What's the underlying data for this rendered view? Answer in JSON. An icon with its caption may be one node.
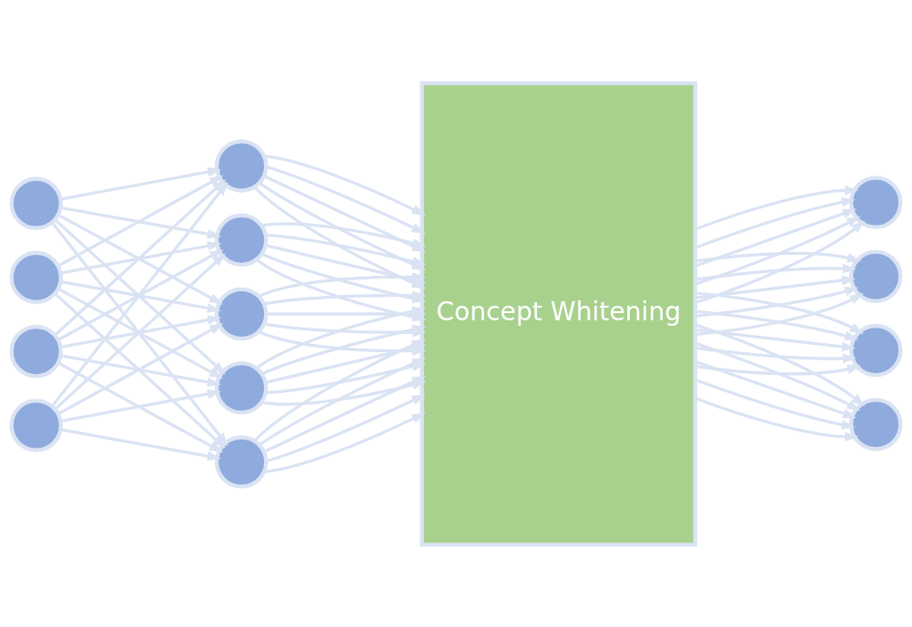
{
  "diagram": {
    "nodes": [
      {
        "text": [],
        "shape": "circle"
      },
      {
        "text": [],
        "shape": "circle"
      },
      {
        "text": [],
        "shape": "circle"
      },
      {
        "text": [],
        "shape": "circle"
      },
      {
        "text": [],
        "shape": "circle"
      },
      {
        "text": [],
        "shape": "circle"
      },
      {
        "text": [],
        "shape": "circle"
      },
      {
        "text": [],
        "shape": "circle"
      },
      {
        "text": [],
        "shape": "circle"
      },
      {
        "text": [
          "Concept Whitening"
        ]
      },
      {
        "text": [],
        "shape": "circle"
      },
      {
        "text": [],
        "shape": "circle"
      },
      {
        "text": [],
        "shape": "circle"
      },
      {
        "text": [],
        "shape": "circle"
      }
    ],
    "edges": [
      {
        "from": 0,
        "to": 4,
        "arrow": "to"
      },
      {
        "from": 0,
        "to": 5,
        "arrow": "to"
      },
      {
        "from": 0,
        "to": 6,
        "arrow": "to"
      },
      {
        "from": 0,
        "to": 7,
        "arrow": "to"
      },
      {
        "from": 0,
        "to": 8,
        "arrow": "to"
      },
      {
        "from": 1,
        "to": 4,
        "arrow": "to"
      },
      {
        "from": 1,
        "to": 5,
        "arrow": "to"
      },
      {
        "from": 1,
        "to": 6,
        "arrow": "to"
      },
      {
        "from": 1,
        "to": 7,
        "arrow": "to"
      },
      {
        "from": 1,
        "to": 8,
        "arrow": "to"
      },
      {
        "from": 2,
        "to": 4,
        "arrow": "to"
      },
      {
        "from": 2,
        "to": 5,
        "arrow": "to"
      },
      {
        "from": 2,
        "to": 6,
        "arrow": "to"
      },
      {
        "from": 2,
        "to": 7,
        "arrow": "to"
      },
      {
        "from": 2,
        "to": 8,
        "arrow": "to"
      },
      {
        "from": 3,
        "to": 4,
        "arrow": "to"
      },
      {
        "from": 3,
        "to": 5,
        "arrow": "to"
      },
      {
        "from": 3,
        "to": 6,
        "arrow": "to"
      },
      {
        "from": 3,
        "to": 7,
        "arrow": "to"
      },
      {
        "from": 3,
        "to": 8,
        "arrow": "to"
      },
      {
        "from": 4,
        "to": 9,
        "arrow": "to"
      },
      {
        "from": 4,
        "to": 9,
        "arrow": "to"
      },
      {
        "from": 4,
        "to": 9,
        "arrow": "to"
      },
      {
        "from": 4,
        "to": 9,
        "arrow": "to"
      },
      {
        "from": 4,
        "to": 9,
        "arrow": "to"
      },
      {
        "from": 5,
        "to": 9,
        "arrow": "to"
      },
      {
        "from": 5,
        "to": 9,
        "arrow": "to"
      },
      {
        "from": 5,
        "to": 9,
        "arrow": "to"
      },
      {
        "from": 5,
        "to": 9,
        "arrow": "to"
      },
      {
        "from": 5,
        "to": 9,
        "arrow": "to"
      },
      {
        "from": 6,
        "to": 9,
        "arrow": "to"
      },
      {
        "from": 6,
        "to": 9,
        "arrow": "to"
      },
      {
        "from": 6,
        "to": 9,
        "arrow": "to"
      },
      {
        "from": 6,
        "to": 9,
        "arrow": "to"
      },
      {
        "from": 6,
        "to": 9,
        "arrow": "to"
      },
      {
        "from": 7,
        "to": 9,
        "arrow": "to"
      },
      {
        "from": 7,
        "to": 9,
        "arrow": "to"
      },
      {
        "from": 7,
        "to": 9,
        "arrow": "to"
      },
      {
        "from": 7,
        "to": 9,
        "arrow": "to"
      },
      {
        "from": 7,
        "to": 9,
        "arrow": "to"
      },
      {
        "from": 8,
        "to": 9,
        "arrow": "to"
      },
      {
        "from": 8,
        "to": 9,
        "arrow": "to"
      },
      {
        "from": 8,
        "to": 9,
        "arrow": "to"
      },
      {
        "from": 8,
        "to": 9,
        "arrow": "to"
      },
      {
        "from": 8,
        "to": 9,
        "arrow": "to"
      },
      {
        "from": 9,
        "to": 10,
        "arrow": "to"
      },
      {
        "from": 9,
        "to": 11,
        "arrow": "to"
      },
      {
        "from": 9,
        "to": 12,
        "arrow": "to"
      },
      {
        "from": 9,
        "to": 13,
        "arrow": "to"
      },
      {
        "from": 9,
        "to": 10,
        "arrow": "to"
      },
      {
        "from": 9,
        "to": 11,
        "arrow": "to"
      },
      {
        "from": 9,
        "to": 12,
        "arrow": "to"
      },
      {
        "from": 9,
        "to": 13,
        "arrow": "to"
      },
      {
        "from": 9,
        "to": 10,
        "arrow": "to"
      },
      {
        "from": 9,
        "to": 11,
        "arrow": "to"
      },
      {
        "from": 9,
        "to": 12,
        "arrow": "to"
      },
      {
        "from": 9,
        "to": 13,
        "arrow": "to"
      },
      {
        "from": 9,
        "to": 10,
        "arrow": "to"
      },
      {
        "from": 9,
        "to": 11,
        "arrow": "to"
      },
      {
        "from": 9,
        "to": 12,
        "arrow": "to"
      },
      {
        "from": 9,
        "to": 13,
        "arrow": "to"
      },
      {
        "from": 9,
        "to": 10,
        "arrow": "to"
      },
      {
        "from": 9,
        "to": 11,
        "arrow": "to"
      },
      {
        "from": 9,
        "to": 12,
        "arrow": "to"
      },
      {
        "from": 9,
        "to": 13,
        "arrow": "to"
      }
    ]
  }
}
